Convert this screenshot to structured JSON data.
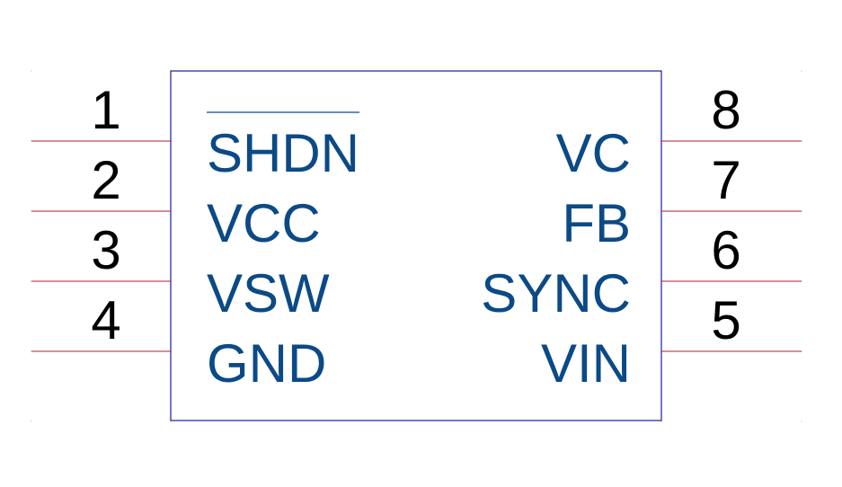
{
  "colors": {
    "body_outline": "#1a1aa0",
    "pin_line": "#b22222",
    "pin_name": "#0b4a86",
    "pin_number": "#000000",
    "overbar": "#0b4a86"
  },
  "component": {
    "left_pins": [
      {
        "number": "1",
        "name": "SHDN",
        "overbar": true
      },
      {
        "number": "2",
        "name": "VCC",
        "overbar": false
      },
      {
        "number": "3",
        "name": "VSW",
        "overbar": false
      },
      {
        "number": "4",
        "name": "GND",
        "overbar": false
      }
    ],
    "right_pins": [
      {
        "number": "8",
        "name": "VC",
        "overbar": false
      },
      {
        "number": "7",
        "name": "FB",
        "overbar": false
      },
      {
        "number": "6",
        "name": "SYNC",
        "overbar": false
      },
      {
        "number": "5",
        "name": "VIN",
        "overbar": false
      }
    ]
  }
}
